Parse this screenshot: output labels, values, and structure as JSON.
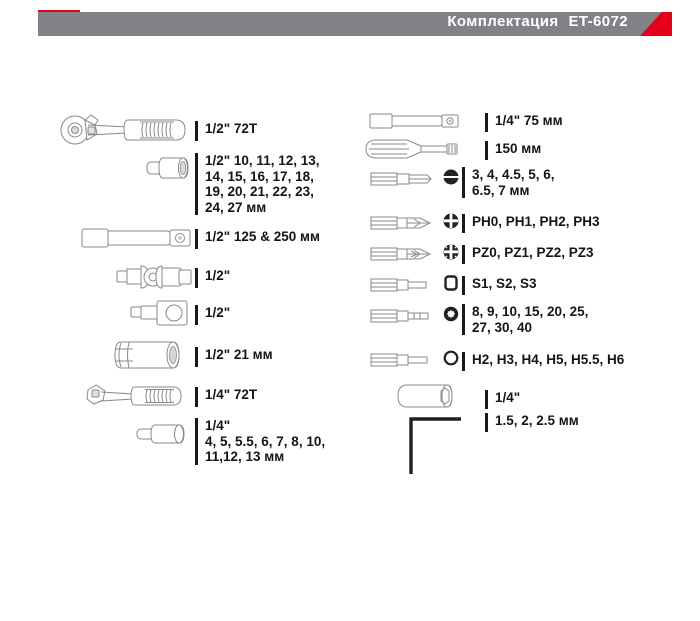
{
  "header": {
    "title": "Комплектация",
    "code": "ET-6072",
    "bar_color": "#808285",
    "accent_color": "#e3001b",
    "text_color": "#ffffff"
  },
  "left_column": [
    {
      "icon": "ratchet-half-inch-icon",
      "label": "1/2\" 72T"
    },
    {
      "icon": "socket-half-inch-icon",
      "label": "1/2\" 10, 11, 12, 13,\n14, 15, 16, 17, 18,\n19, 20, 21, 22, 23,\n24, 27 мм"
    },
    {
      "icon": "extension-bar-icon",
      "label": "1/2\" 125 & 250 мм"
    },
    {
      "icon": "universal-joint-icon",
      "label": "1/2\""
    },
    {
      "icon": "adapter-icon",
      "label": "1/2\""
    },
    {
      "icon": "spark-plug-socket-icon",
      "label": "1/2\" 21 мм"
    },
    {
      "icon": "ratchet-quarter-inch-icon",
      "label": "1/4\" 72T"
    },
    {
      "icon": "socket-quarter-inch-icon",
      "label": "1/4\"\n4, 5, 5.5, 6, 7, 8, 10,\n11,12, 13 мм"
    }
  ],
  "right_column": [
    {
      "icon": "extension-bar-quarter-icon",
      "endview": "none",
      "label": "1/4\" 75 мм"
    },
    {
      "icon": "screwdriver-handle-icon",
      "endview": "none",
      "label": "150 мм"
    },
    {
      "icon": "bit-slotted-icon",
      "endview": "slotted-end-icon",
      "label": "3, 4, 4.5, 5, 6,\n6.5, 7 мм"
    },
    {
      "icon": "bit-phillips-icon",
      "endview": "phillips-end-icon",
      "label": "PH0, PH1, PH2, PH3"
    },
    {
      "icon": "bit-pozidriv-icon",
      "endview": "pozidriv-end-icon",
      "label": "PZ0, PZ1, PZ2, PZ3"
    },
    {
      "icon": "bit-square-icon",
      "endview": "square-end-icon",
      "label": "S1, S2, S3"
    },
    {
      "icon": "bit-torx-icon",
      "endview": "torx-end-icon",
      "label": "8, 9, 10, 15, 20, 25,\n27, 30, 40"
    },
    {
      "icon": "bit-hex-icon",
      "endview": "hex-end-icon",
      "label": "H2, H3, H4, H5, H5.5, H6"
    },
    {
      "icon": "bit-holder-icon",
      "endview": "none",
      "label": "1/4\""
    },
    {
      "icon": "hex-key-icon",
      "endview": "none",
      "label": "1.5, 2, 2.5 мм"
    }
  ]
}
